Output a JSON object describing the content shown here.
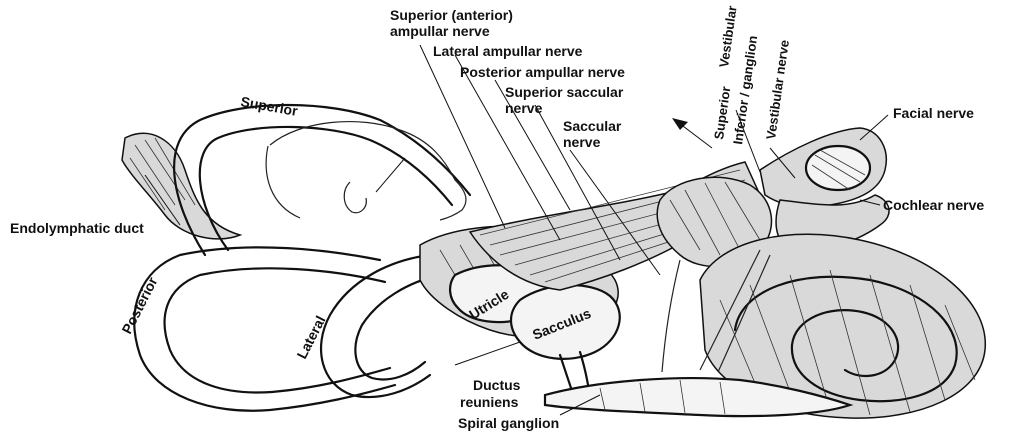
{
  "labels": {
    "superior_anterior_ampullar_nerve_l1": "Superior (anterior)",
    "superior_anterior_ampullar_nerve_l2": "ampullar nerve",
    "lateral_ampullar_nerve": "Lateral ampullar nerve",
    "posterior_ampullar_nerve": "Posterior ampullar nerve",
    "superior_saccular_nerve_l1": "Superior saccular",
    "superior_saccular_nerve_l2": "nerve",
    "saccular_nerve_l1": "Saccular",
    "saccular_nerve_l2": "nerve",
    "superior": "Superior",
    "vestibular": "Vestibular",
    "superior_small": "Superior",
    "inferior_ganglion": "Inferior / ganglion",
    "vestibular_nerve": "Vestibular nerve",
    "facial_nerve": "Facial nerve",
    "cochlear_nerve": "Cochlear nerve",
    "endolymphatic_duct": "Endolymphatic duct",
    "posterior": "Posterior",
    "lateral": "Lateral",
    "utricle": "Utricle",
    "sacculus": "Sacculus",
    "ductus_reuniens_l1": "Ductus",
    "ductus_reuniens_l2": "reuniens",
    "spiral_ganglion": "Spiral ganglion"
  },
  "colors": {
    "ink": "#111111",
    "paper": "#ffffff",
    "shade": "#d9d9d9"
  }
}
